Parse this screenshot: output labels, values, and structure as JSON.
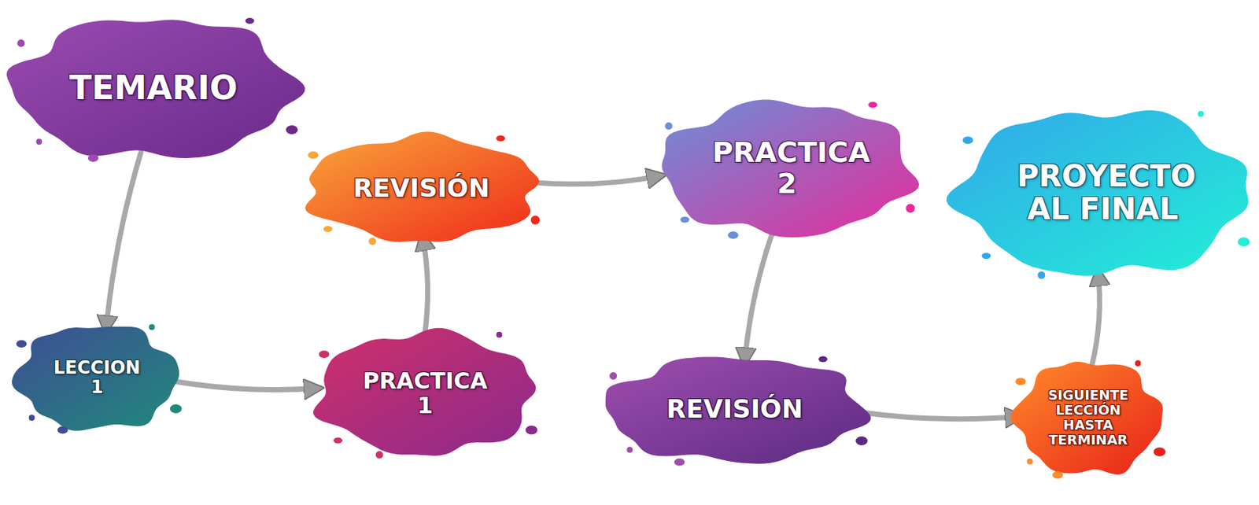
{
  "diagram": {
    "nodes": [
      {
        "text": [
          "TEMARIO"
        ]
      },
      {
        "text": [
          "LECCION 1"
        ]
      },
      {
        "text": [
          "PRACTICA 1"
        ]
      },
      {
        "text": [
          "REVISIÓN"
        ]
      },
      {
        "text": [
          "PRACTICA 2"
        ]
      },
      {
        "text": [
          "REVISIÓN"
        ]
      },
      {
        "text": [
          "SIGUIENTE LECCIÓN HASTA TERMINAR"
        ]
      },
      {
        "text": [
          "PROYECTO AL FINAL"
        ]
      }
    ],
    "edges": [
      {
        "from": 0,
        "to": 1,
        "arrow": "to"
      },
      {
        "from": 1,
        "to": 2,
        "arrow": "to"
      },
      {
        "from": 2,
        "to": 3,
        "arrow": "to"
      },
      {
        "from": 3,
        "to": 4,
        "arrow": "to"
      },
      {
        "from": 4,
        "to": 5,
        "arrow": "to"
      },
      {
        "from": 5,
        "to": 6,
        "arrow": "to"
      },
      {
        "from": 6,
        "to": 7,
        "arrow": "to"
      }
    ]
  }
}
